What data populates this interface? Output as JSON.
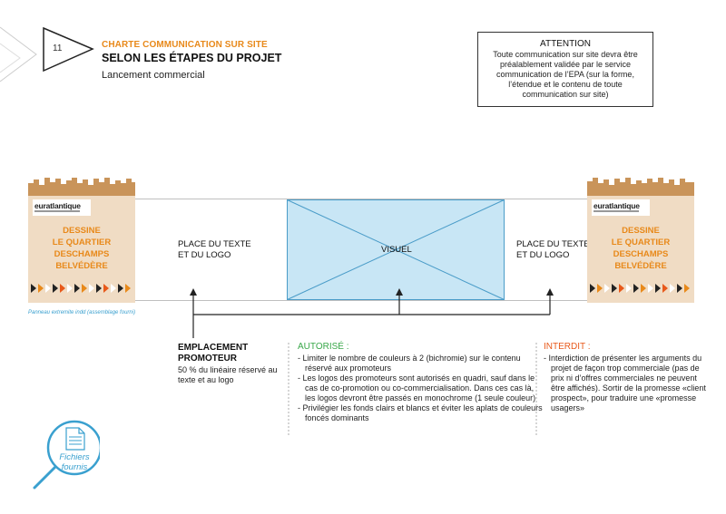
{
  "page": {
    "number": "11",
    "kicker": "CHARTE COMMUNICATION SUR SITE",
    "title": "SELON LES ÉTAPES DU PROJET",
    "subtitle": "Lancement commercial"
  },
  "attention": {
    "heading": "ATTENTION",
    "text": "Toute communication sur site devra être préalablement validée par le service communication de l’EPA (sur la forme, l’étendue et le contenu de toute communication sur site)"
  },
  "panels": {
    "logo": "euratlantique",
    "slogan_line1": "DESSINE",
    "slogan_line2": "LE QUARTIER",
    "slogan_line3": "DESCHAMPS",
    "slogan_line4": "BELVÉDÈRE",
    "caption": "Panneau extremite indd (assemblage fourni)"
  },
  "band": {
    "place_text_line1": "PLACE DU TEXTE",
    "place_text_line2": "ET DU LOGO",
    "visual_label": "VISUEL"
  },
  "promoteur": {
    "title": "EMPLACEMENT PROMOTEUR",
    "text": "50 % du linéaire réservé au texte et au logo"
  },
  "autorise": {
    "heading": "AUTORISÉ :",
    "items": [
      "Limiter le nombre de couleurs à 2 (bichromie) sur le contenu réservé aux promoteurs",
      "Les logos des promoteurs sont autorisés en quadri, sauf dans le cas de co-promotion ou co-commercialisation. Dans ces cas là, les logos devront être passés en monochrome (1 seule couleur)",
      "Privilégier les fonds clairs et blancs et éviter les aplats de couleurs foncés dominants"
    ]
  },
  "interdit": {
    "heading": "INTERDIT :",
    "items": [
      "Interdiction de présenter les arguments du projet de façon trop commerciale (pas de prix ni d’offres commerciales ne peuvent être affichés). Sortir de la promesse «client prospect», pour traduire une «promesse usagers»"
    ]
  },
  "files_badge": {
    "line1": "Fichiers",
    "line2": "fournis"
  },
  "colors": {
    "accent_orange": "#e8891a",
    "authorized_green": "#3aa84a",
    "forbidden_orange": "#e8591a",
    "link_blue": "#3aa0cf",
    "panel_beige": "#f0dcc4",
    "fence_brown": "#c9945a",
    "visual_blue": "#c8e6f5"
  },
  "icons": {
    "page_marker": "triangle-marker-icon",
    "document": "document-icon",
    "magnifier": "magnifier-icon"
  }
}
